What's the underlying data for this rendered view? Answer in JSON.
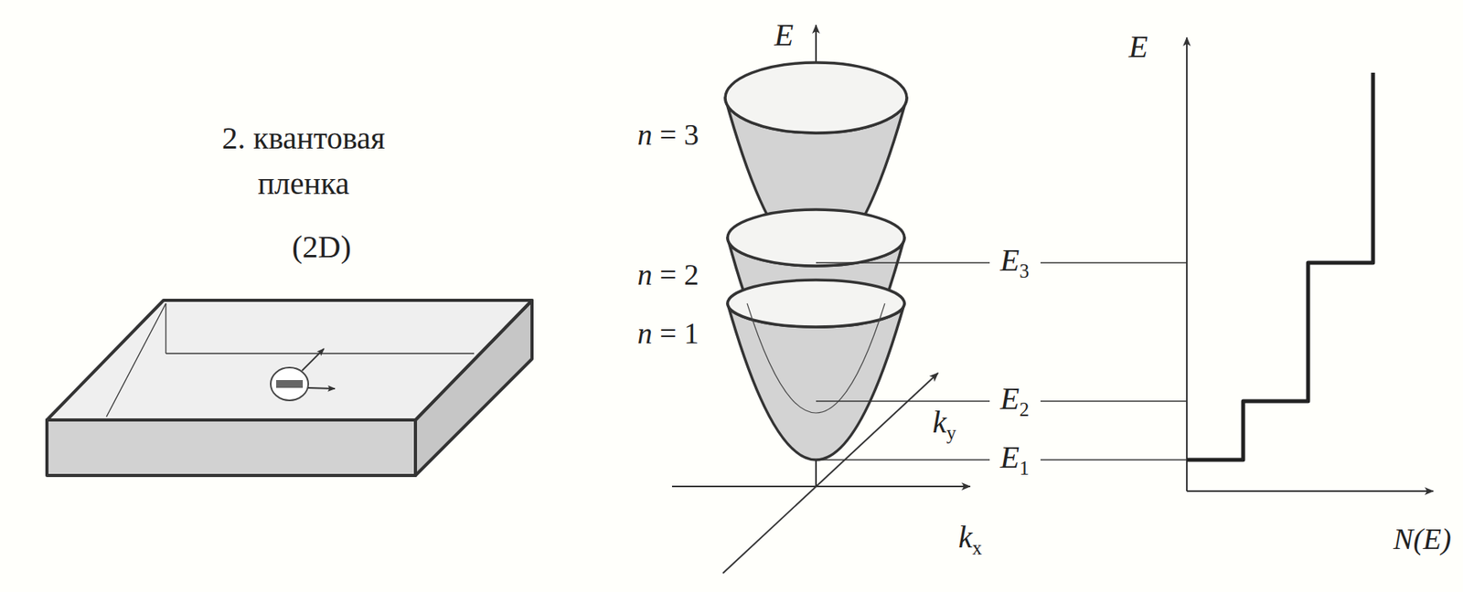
{
  "diagram": {
    "labels": [
      "2. квантовая пленка",
      "(2D)",
      "E",
      "n = 3",
      "n = 2",
      "n = 1",
      "ky",
      "E3",
      "E2",
      "E1",
      "kx",
      "E",
      "N(E)"
    ]
  }
}
